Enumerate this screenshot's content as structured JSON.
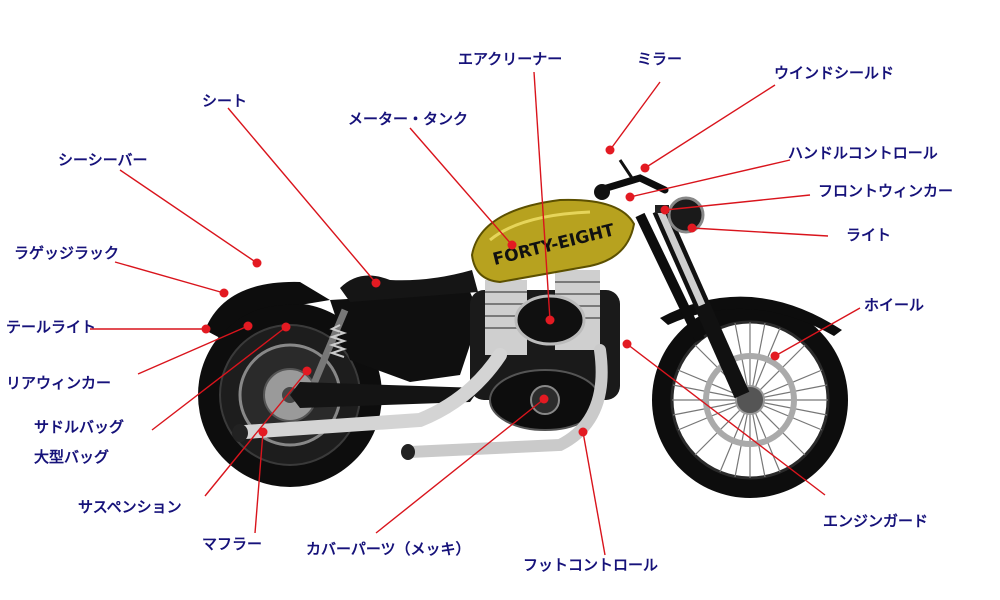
{
  "colors": {
    "label": "#16127a",
    "leader": "#d9141c",
    "tank": "#b7a21f",
    "body": "#111111",
    "chrome": "#c9c9c9"
  },
  "tank_logo": "FORTY-EIGHT",
  "labels": {
    "air_cleaner": "エアクリーナー",
    "mirror": "ミラー",
    "windshield": "ウインドシールド",
    "seat": "シート",
    "meter_tank": "メーター・タンク",
    "sissy_bar": "シーシーバー",
    "handle_control": "ハンドルコントロール",
    "front_winker": "フロントウィンカー",
    "luggage_rack": "ラゲッジラック",
    "light": "ライト",
    "wheel": "ホイール",
    "tail_light": "テールライト",
    "rear_winker": "リアウィンカー",
    "saddle_bag": "サドルバッグ",
    "large_bag": "大型バッグ",
    "suspension": "サスペンション",
    "engine_guard": "エンジンガード",
    "muffler": "マフラー",
    "cover_parts": "カバーパーツ（メッキ）",
    "foot_control": "フットコントロール"
  }
}
